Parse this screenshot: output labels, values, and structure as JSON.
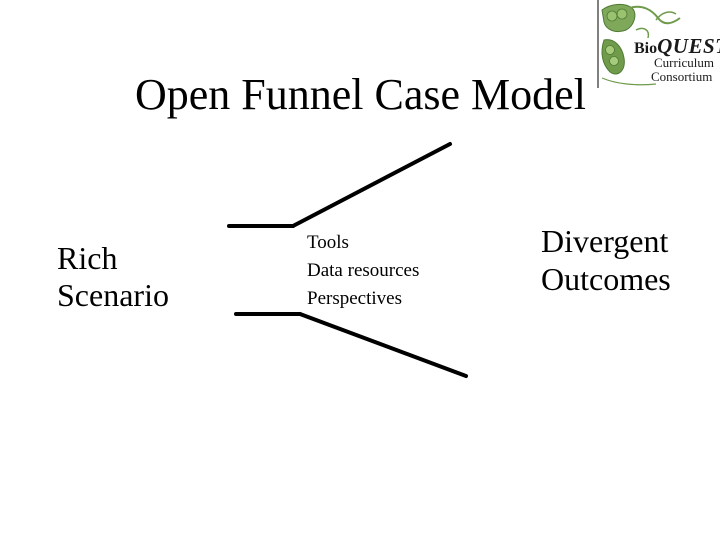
{
  "slide": {
    "title": "Open Funnel Case Model"
  },
  "logo": {
    "name_prefix": "Bio",
    "name_suffix": "QUEST",
    "line2": "Curriculum",
    "line3": "Consortium"
  },
  "diagram": {
    "left_label": [
      "Rich",
      "Scenario"
    ],
    "center_items": [
      "Tools",
      "Data resources",
      "Perspectives"
    ],
    "right_label": [
      "Divergent",
      "Outcomes"
    ]
  },
  "colors": {
    "background": "#ffffff",
    "text": "#000000",
    "lines": "#000000",
    "logo_green": "#6f9b4a"
  }
}
